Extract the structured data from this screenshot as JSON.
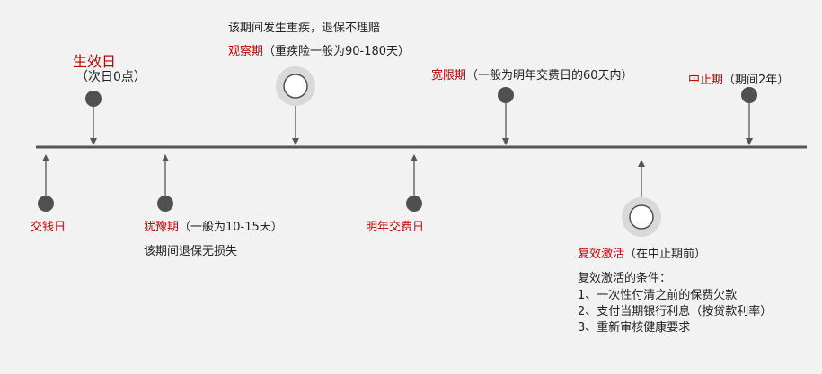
{
  "top_labels": {
    "effective_day": {
      "title": "生效日",
      "note": "（次日0点）"
    },
    "observation": {
      "warning": "该期间发生重疾，退保不理赔",
      "title": "观察期",
      "note": "（重疾险一般为90-180天）"
    },
    "grace": {
      "title": "宽限期",
      "note": "（一般为明年交费日的60天内）"
    },
    "suspension": {
      "title": "中止期",
      "note": "（期间2年）"
    }
  },
  "bottom_labels": {
    "payment_day": {
      "title": "交钱日"
    },
    "cooling_off": {
      "title": "犹豫期",
      "note": "（一般为10-15天）",
      "detail": "该期间退保无损失"
    },
    "next_payment": {
      "title": "明年交费日"
    },
    "reinstatement": {
      "title": "复效激活",
      "note": "（在中止期前）",
      "conditions_title": "复效激活的条件：",
      "conditions": [
        "1、一次性付清之前的保费欠款",
        "2、支付当期银行利息（按贷款利率）",
        "3、重新审核健康要求"
      ]
    }
  },
  "colors": {
    "accent": "#c00000",
    "line": "#555555",
    "dot": "#505050"
  }
}
